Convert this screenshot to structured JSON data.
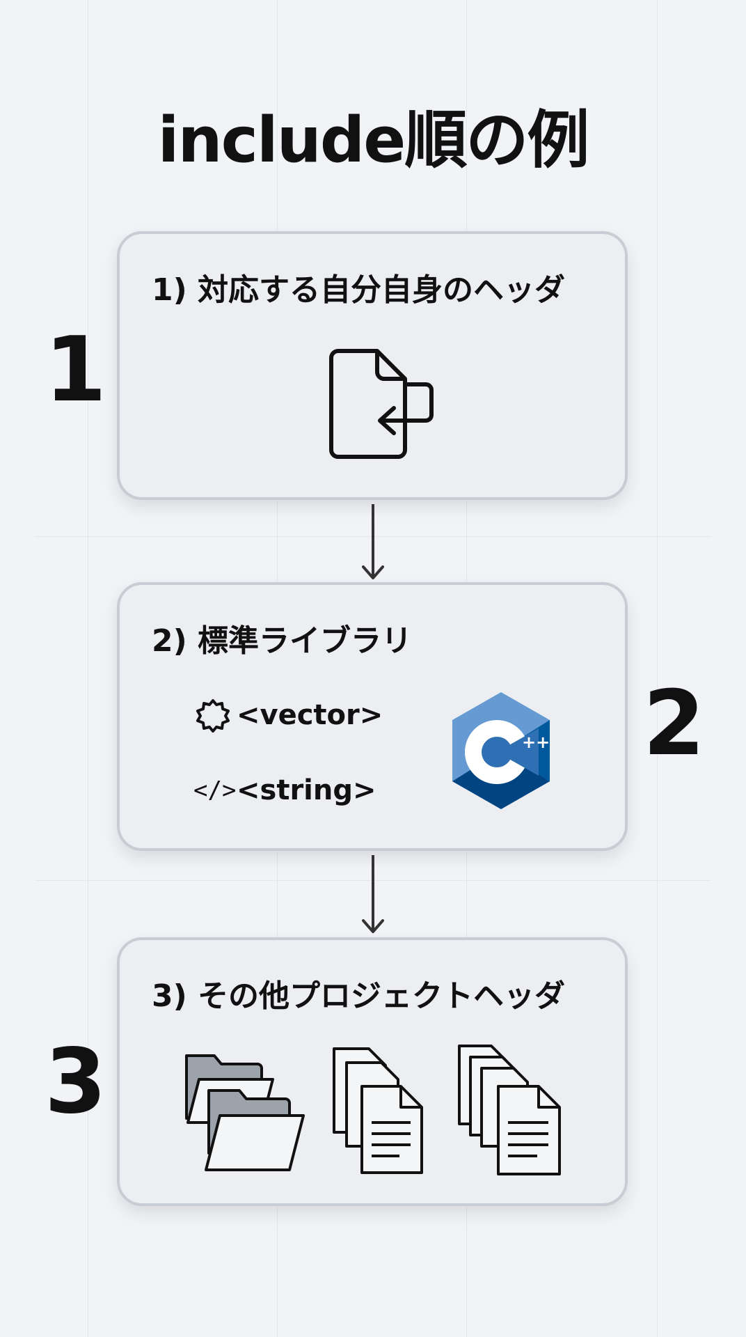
{
  "title": "include順の例",
  "steps": [
    {
      "number": "1",
      "title": "1) 対応する自分自身のヘッダ",
      "icon": "file-import-icon"
    },
    {
      "number": "2",
      "title": "2) 標準ライブラリ",
      "items": [
        {
          "icon": "gear-icon",
          "label": "<vector>"
        },
        {
          "icon": "code-icon",
          "label": "<string>"
        }
      ],
      "logo": {
        "icon": "cpp-logo-icon",
        "text": "C",
        "sup": "++",
        "colors": [
          "#659ad2",
          "#00599c",
          "#004482"
        ]
      }
    },
    {
      "number": "3",
      "title": "3) その他プロジェクトヘッダ",
      "icons": [
        "folders-icon",
        "documents-stack-icon",
        "documents-stack-large-icon"
      ]
    }
  ],
  "colors": {
    "background": "#f1f3f6",
    "card": "#eceef2",
    "card_border": "#c8ccd3",
    "text": "#111111"
  }
}
